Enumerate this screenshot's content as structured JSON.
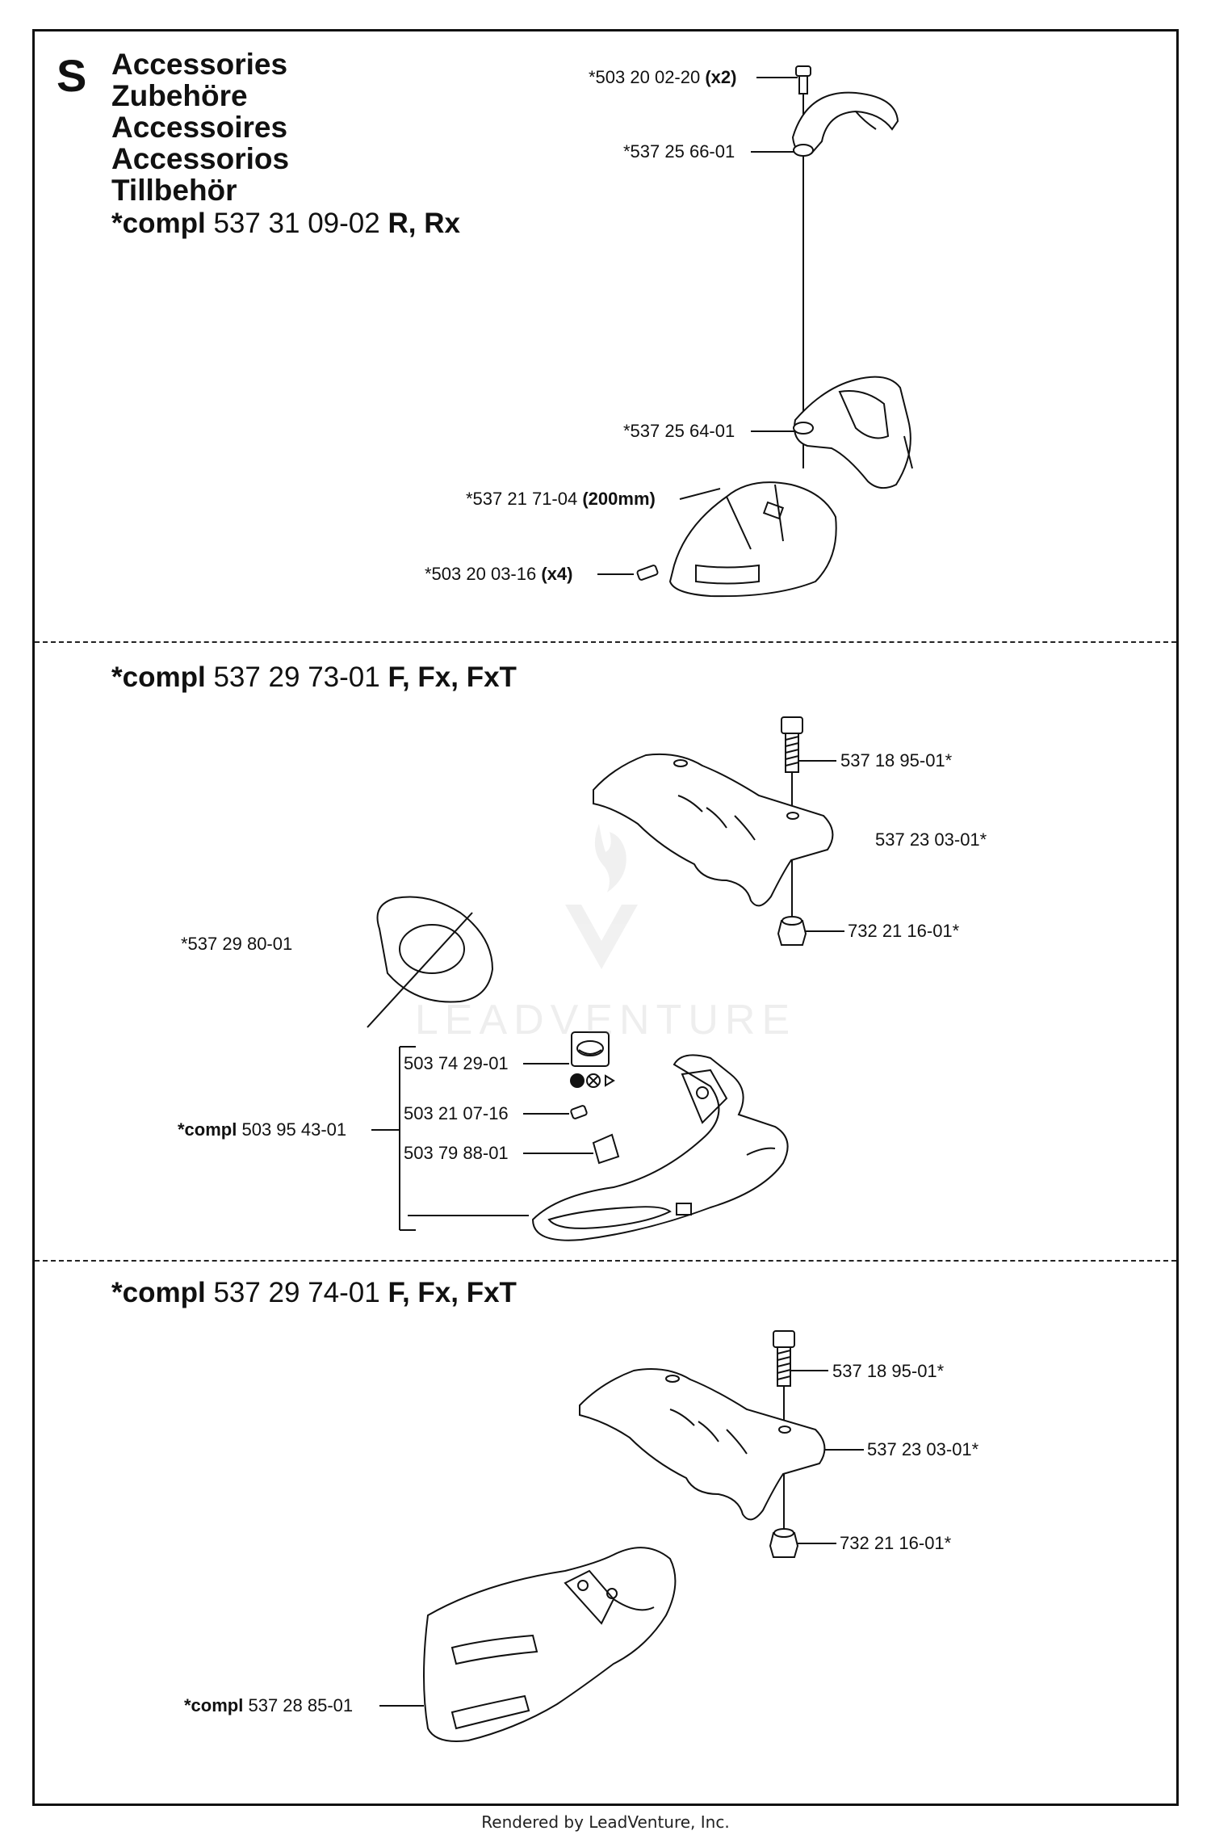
{
  "section": {
    "letter": "S",
    "titles": [
      "Accessories",
      "Zubehöre",
      "Accessoires",
      "Accessorios",
      "Tillbehör"
    ],
    "kit1": {
      "prefix": "*compl",
      "number": "537 31 09-02",
      "models": "R, Rx"
    }
  },
  "kit2": {
    "prefix": "*compl",
    "number": "537 29 73-01",
    "models": "F, Fx, FxT"
  },
  "kit3": {
    "prefix": "*compl",
    "number": "537 29 74-01",
    "models": "F, Fx, FxT"
  },
  "parts1": {
    "screw_top": {
      "num": "*503 20 02-20",
      "qty": "(x2)"
    },
    "clamp": {
      "num": "*537 25 66-01"
    },
    "bracket": {
      "num": "*537 25 64-01"
    },
    "guard": {
      "num": "*537 21 71-04",
      "qty": "(200mm)"
    },
    "screw_bottom": {
      "num": "*503 20 03-16",
      "qty": "(x4)"
    }
  },
  "parts2": {
    "bolt": {
      "num": "537 18 95-01*"
    },
    "plate": {
      "num": "537 23 03-01*"
    },
    "nut": {
      "num": "732 21 16-01*"
    },
    "washer": {
      "num": "*537 29 80-01"
    },
    "spool": {
      "num": "503 74 29-01"
    },
    "screw": {
      "num": "503 21 07-16"
    },
    "knife": {
      "num": "503 79 88-01"
    },
    "guard_compl": {
      "prefix": "*compl",
      "num": "503 95 43-01"
    }
  },
  "parts3": {
    "bolt": {
      "num": "537 18 95-01*"
    },
    "plate": {
      "num": "537 23 03-01*"
    },
    "nut": {
      "num": "732 21 16-01*"
    },
    "guard_compl": {
      "prefix": "*compl",
      "num": "537 28 85-01"
    }
  },
  "watermark": "LEADVENTURE",
  "footer": "Rendered by LeadVenture, Inc."
}
